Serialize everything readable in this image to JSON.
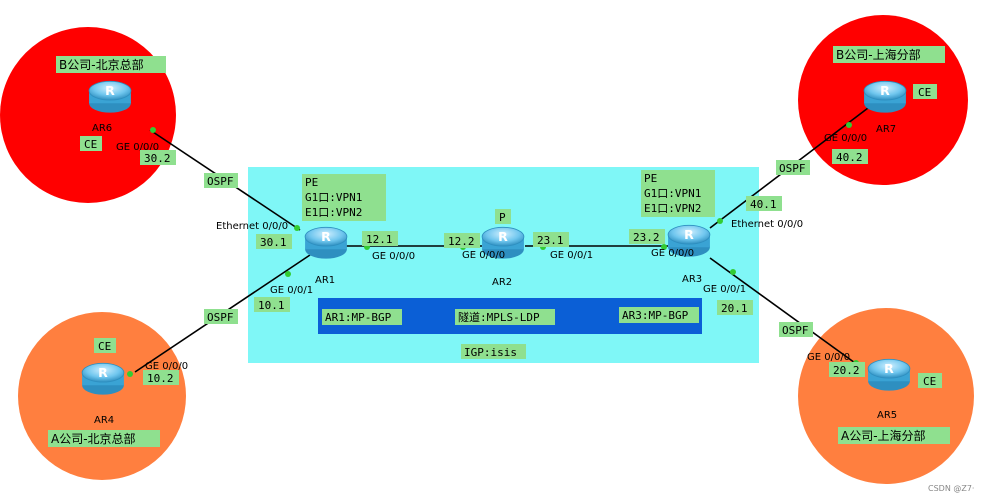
{
  "sites": {
    "b_beijing": "B公司-北京总部",
    "b_shanghai": "B公司-上海分部",
    "a_beijing": "A公司-北京总部",
    "a_shanghai": "A公司-上海分部"
  },
  "routers": {
    "ar1": "AR1",
    "ar2": "AR2",
    "ar3": "AR3",
    "ar4": "AR4",
    "ar5": "AR5",
    "ar6": "AR6",
    "ar7": "AR7"
  },
  "roles": {
    "ce": "CE",
    "pe": "PE",
    "p": "P",
    "ar1_g1": "G1口:VPN1",
    "ar1_e1": "E1口:VPN2",
    "ar3_g1": "G1口:VPN1",
    "ar3_e1": "E1口:VPN2"
  },
  "interfaces": {
    "ar6_ge000": "GE 0/0/0",
    "ar1_eth000": "Ethernet 0/0/0",
    "ar1_ge001": "GE 0/0/1",
    "ar1_ge000": "GE 0/0/0",
    "ar2_ge000": "GE 0/0/0",
    "ar2_ge001": "GE 0/0/1",
    "ar3_ge000": "GE 0/0/0",
    "ar3_eth000": "Ethernet 0/0/0",
    "ar3_ge001": "GE 0/0/1",
    "ar7_ge000": "GE 0/0/0",
    "ar4_ge000": "GE 0/0/0",
    "ar5_ge000": "GE 0/0/0"
  },
  "addresses": {
    "a30_2": "30.2",
    "a30_1": "30.1",
    "a10_1": "10.1",
    "a10_2": "10.2",
    "a12_1": "12.1",
    "a12_2": "12.2",
    "a23_1": "23.1",
    "a23_2": "23.2",
    "a40_1": "40.1",
    "a40_2": "40.2",
    "a20_1": "20.1",
    "a20_2": "20.2"
  },
  "protocols": {
    "ospf_ar6": "OSPF",
    "ospf_ar4": "OSPF",
    "ospf_ar7": "OSPF",
    "ospf_ar5": "OSPF",
    "ar1_bgp": "AR1:MP-BGP",
    "tunnel": "隧道:MPLS-LDP",
    "ar3_bgp": "AR3:MP-BGP",
    "igp": "IGP:isis"
  },
  "watermark": "CSDN @Z7·",
  "colors": {
    "b_site": "#ff0000",
    "a_site": "#ff7f3f",
    "backbone": "#7ff7f7",
    "mpls_bar": "#0b5fd6",
    "label_bg": "#8fe08f",
    "router": "#5ec8f0"
  }
}
